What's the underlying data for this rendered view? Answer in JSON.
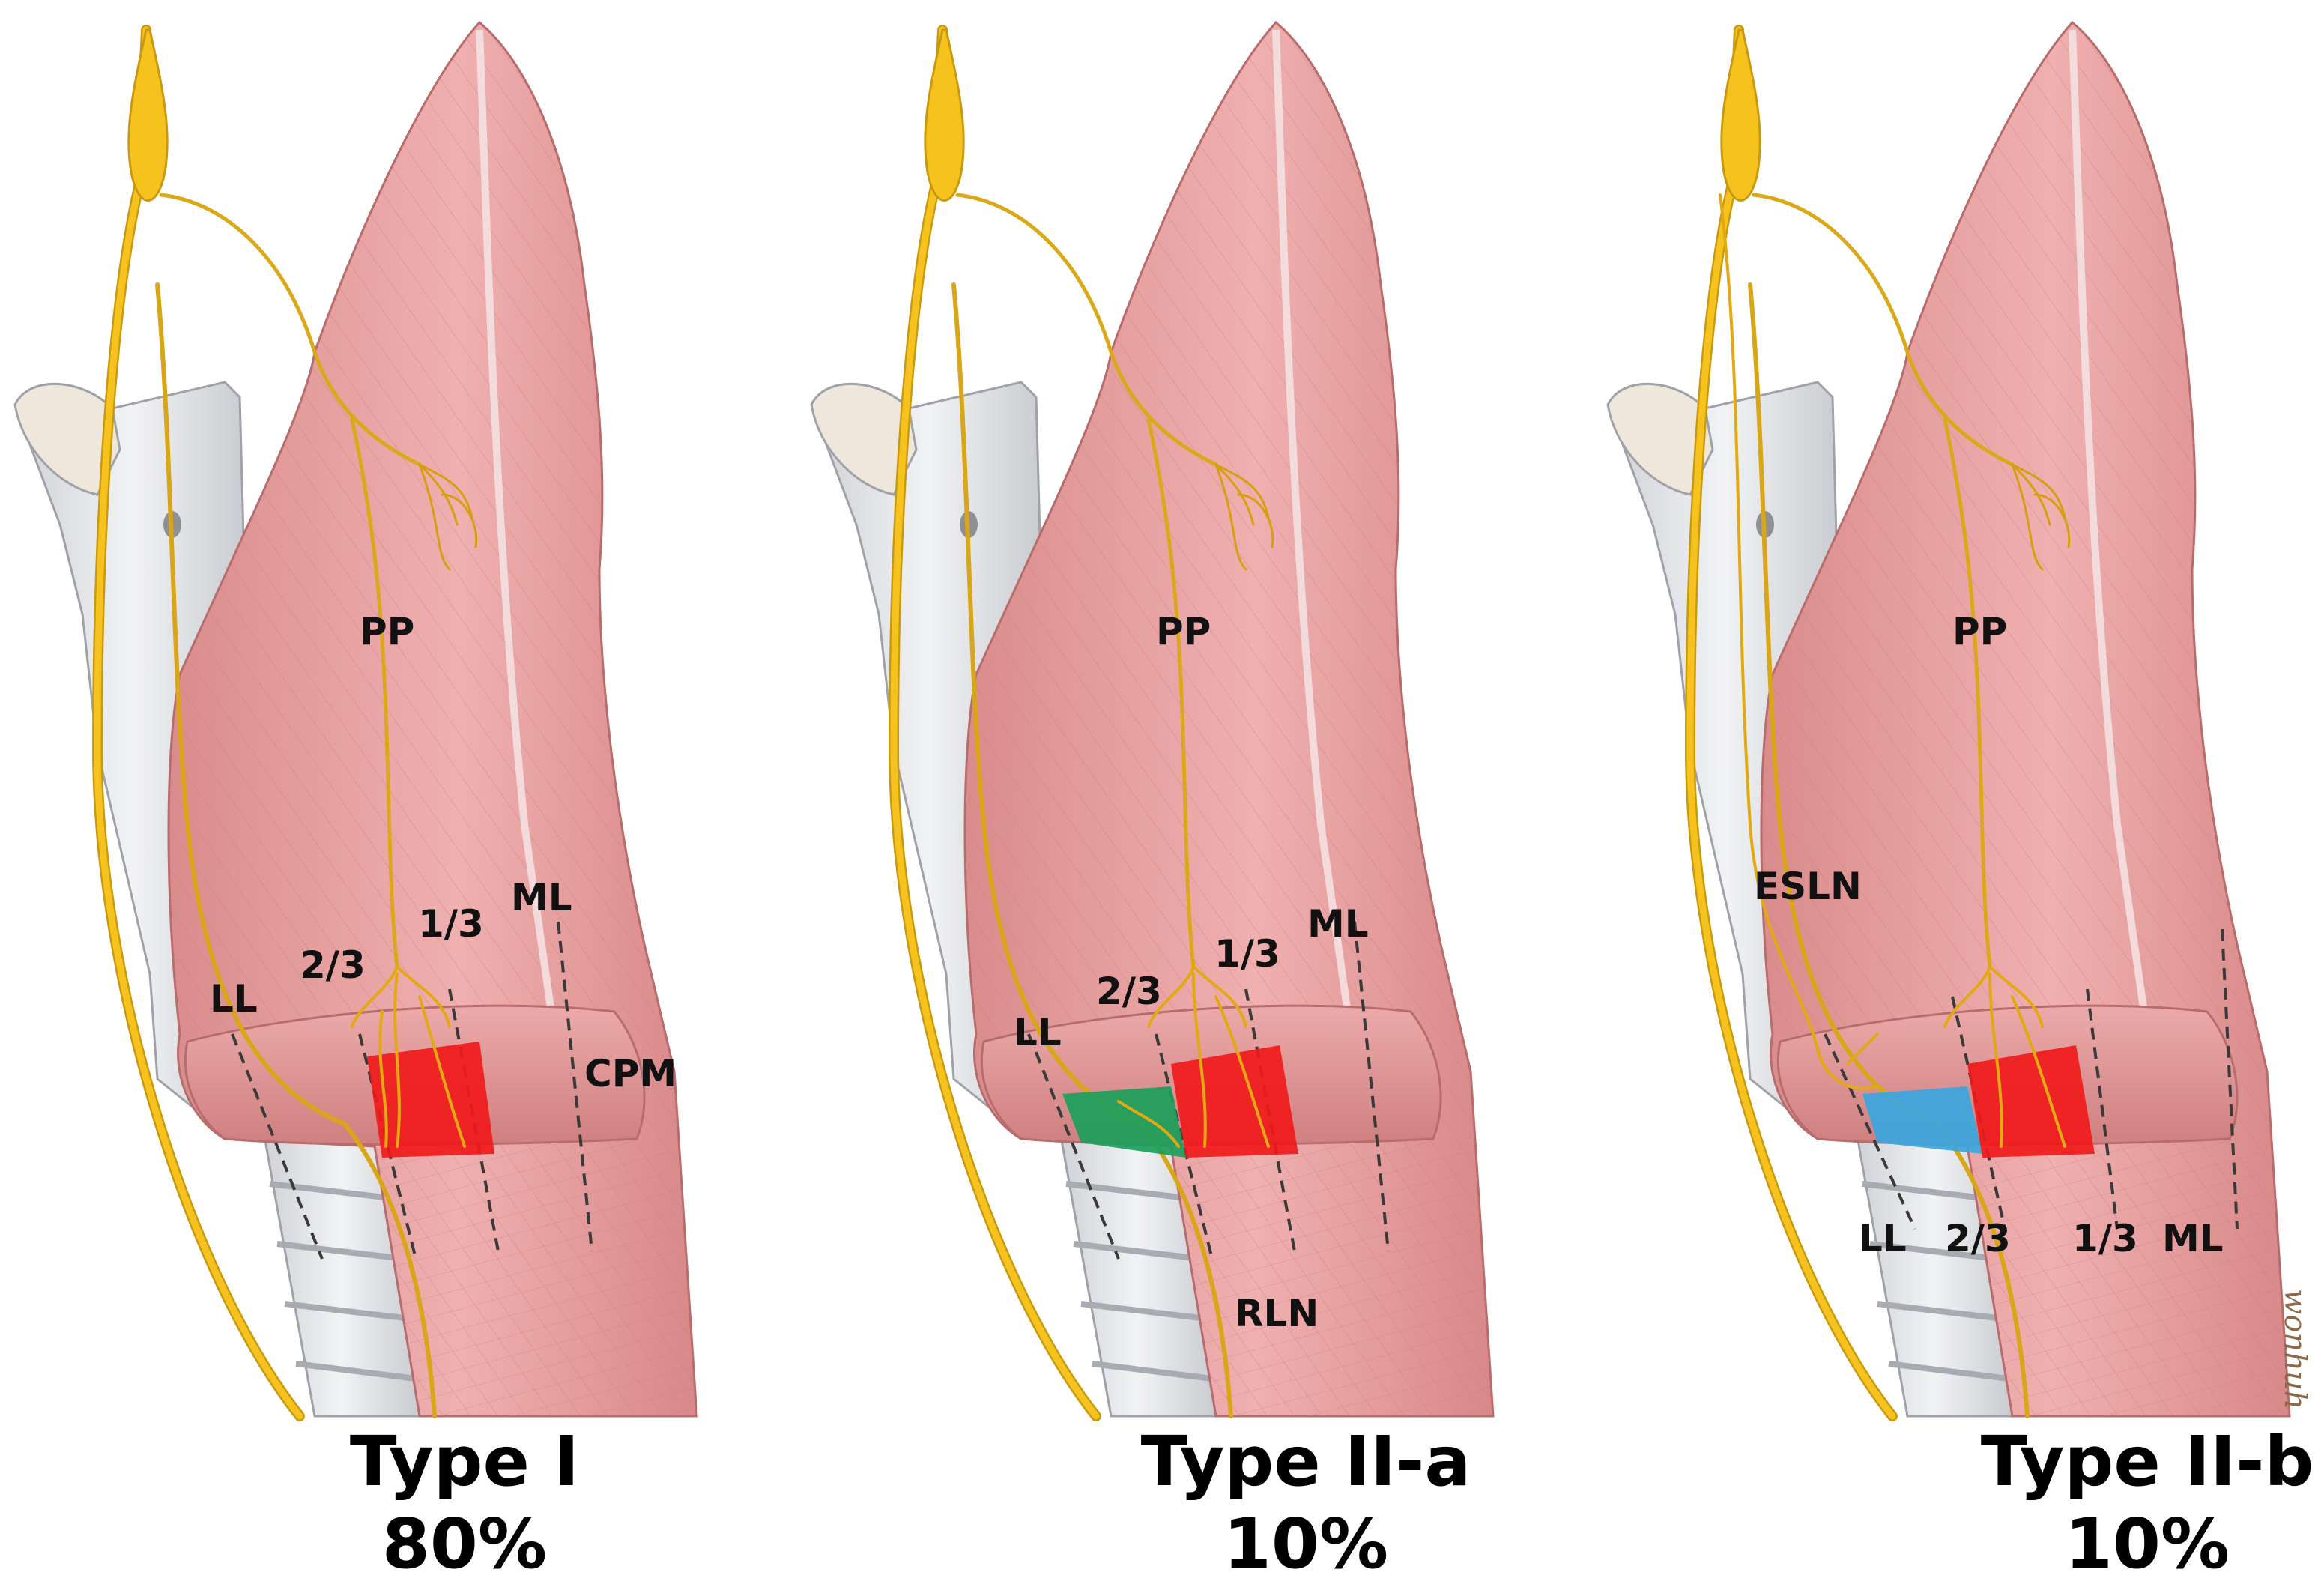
{
  "colors": {
    "muscle": "#e8a0a0",
    "muscle_dark": "#c97575",
    "nerve": "#f5c21e",
    "nerve_edge": "#c99a10",
    "cartilage": "#e8e9ec",
    "zone_main": "#f01a1a",
    "zone_type_iia": "#1aa05a",
    "zone_type_iib": "#3aa6e0"
  },
  "panels": [
    {
      "id": "type-i",
      "caption": "Type I",
      "percent": "80%",
      "labels": {
        "pp": "PP",
        "ll": "LL",
        "two_thirds": "2/3",
        "one_third": "1/3",
        "ml": "ML",
        "cpm": "CPM"
      },
      "extra_zone": null
    },
    {
      "id": "type-iia",
      "caption": "Type II-a",
      "percent": "10%",
      "labels": {
        "pp": "PP",
        "ll": "LL",
        "two_thirds": "2/3",
        "one_third": "1/3",
        "ml": "ML",
        "rln": "RLN"
      },
      "extra_zone": "green"
    },
    {
      "id": "type-iib",
      "caption": "Type II-b",
      "percent": "10%",
      "labels": {
        "pp": "PP",
        "eslN": "ESLN",
        "ll": "LL",
        "two_thirds": "2/3",
        "one_third": "1/3",
        "ml": "ML"
      },
      "extra_zone": "blue"
    }
  ],
  "signature": "wonhuh"
}
